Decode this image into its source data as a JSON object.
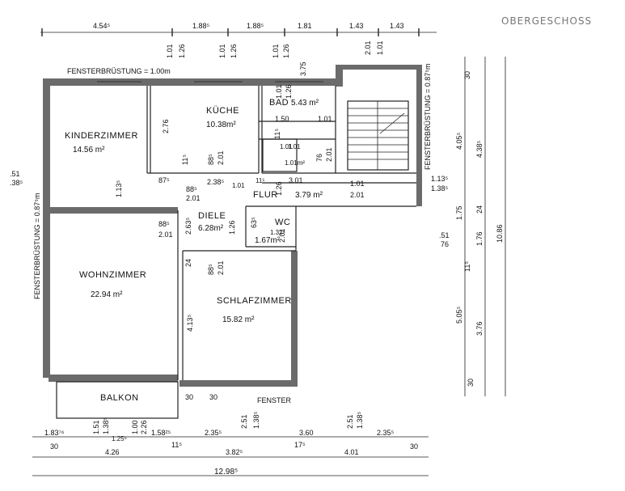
{
  "header": {
    "floor_label": "OBERGESCHOSS"
  },
  "notes": {
    "top": "FENSTERBRÜSTUNG = 1.00m",
    "left": "FENSTERBRÜSTUNG = 0.87⁵m",
    "right": "FENSTERBRÜSTUNG = 0.87⁵m",
    "bottom": "FENSTER"
  },
  "rooms": {
    "kinderzimmer": {
      "name": "KINDERZIMMER",
      "area": "14.56 m²"
    },
    "kueche": {
      "name": "KÜCHE",
      "area": "10.38m²"
    },
    "bad": {
      "name": "BAD",
      "area": "5.43 m²"
    },
    "wc": {
      "name": "WC",
      "area": "1.67m²"
    },
    "flur": {
      "name": "FLUR",
      "area": "3.79 m²"
    },
    "diele": {
      "name": "DIELE",
      "area": "6.28m²"
    },
    "wohnzimmer": {
      "name": "WOHNZIMMER",
      "area": "22.94 m²"
    },
    "schlafzimmer": {
      "name": "SCHLAFZIMMER",
      "area": "15.82 m²"
    },
    "balkon": {
      "name": "BALKON"
    },
    "small": {
      "area": "1.01m²"
    }
  },
  "dims": {
    "top": [
      "4.54⁵",
      "1.88⁵",
      "1.88⁵",
      "1.81",
      "1.43",
      "1.43"
    ],
    "top_vert": [
      "1.01",
      "1.26",
      "1.01",
      "1.26",
      "1.01",
      "1.26",
      "3.75",
      "2.01",
      "1.01"
    ],
    "right_inner": [
      "30",
      "4.05⁵",
      "1.13⁵",
      "1.38⁵",
      "1.75",
      ".51",
      "76",
      "11⁵",
      "5.05⁵",
      "30"
    ],
    "right_outer": [
      "4.38⁵",
      "24",
      "1.76",
      "3.76",
      "10.86"
    ],
    "left": [
      ".51",
      ".38⁵"
    ],
    "bottom_row1": [
      "1.83⁷⁶",
      "1.51",
      "1.38⁵",
      "1.25⁵",
      "1.00",
      "2.26",
      "1.58²⁵",
      "2.35⁵",
      "2.51",
      "1.38⁵",
      "3.60",
      "2.51",
      "1.38⁵",
      "2.35⁵"
    ],
    "bottom_row2": [
      "30",
      "4.26",
      "11⁵",
      "3.82⁵",
      "17⁵",
      "4.01",
      "30"
    ],
    "bottom_total": "12.98⁵",
    "interior": [
      "2.76",
      "88⁵",
      "2.01",
      "11⁵",
      "87⁵",
      "1.13⁵",
      "2.38⁵",
      "88⁵",
      "2.01",
      "2.63⁵",
      "88⁵",
      "2.01",
      "1.26",
      "1.50",
      "1.01",
      "1.01",
      "11⁵",
      "76",
      "2.01",
      "3.01",
      "1.01",
      "2.01",
      "1.26",
      "1.01",
      "63⁵",
      "1.32⁵",
      "2.01",
      "24",
      "88⁵",
      "2.01",
      "4.13⁵",
      "30",
      "30",
      "11⁵",
      "1.01",
      "1.26",
      "1.01"
    ]
  }
}
